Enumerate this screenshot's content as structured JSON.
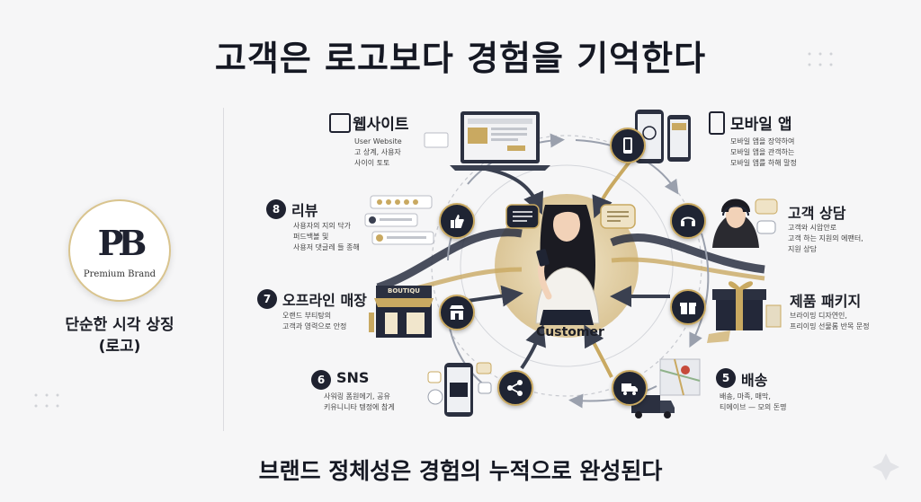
{
  "title": "고객은 로고보다 경험을 기억한다",
  "subtitle": "브랜드 정체성은 경험의 누적으로 완성된다",
  "logo": {
    "mark": "PB",
    "name": "Premium Brand",
    "caption": "단순한 시각 상징\n(로고)"
  },
  "center": {
    "label": "Customer"
  },
  "store_sign": "BOUTIQU",
  "touchpoints": {
    "website": {
      "badge": "",
      "label": "웹사이트",
      "desc": "User Website\n고 상계, 사용자\n사이이 토토"
    },
    "mobile": {
      "badge": "",
      "label": "모바일 앱",
      "desc": "모바일 앱을 장약하여\n모바일 앱을 관객하는\n모바일 앱를 하해 말정"
    },
    "support": {
      "badge": "",
      "label": "고객 상담",
      "desc": "고객와 시압안로\n고객 하는 지원의 에팬터,\n지원 상담"
    },
    "package": {
      "badge": "",
      "label": "제품 패키지",
      "desc": "브라이밍 디자연인,\n프리이밍 선물롬 반목 문정"
    },
    "delivery": {
      "badge": "5",
      "label": "배송",
      "desc": "배송, 마족, 매막,\n티에이브 — 모의 돈명"
    },
    "sns": {
      "badge": "6",
      "label": "SNS",
      "desc": "사워링 폼원에기, 공유\n키유니니타 텡정에 참게"
    },
    "offline": {
      "badge": "7",
      "label": "오프라인 매장",
      "desc": "오랜드 부티탕의\n고객과 영력으로 안정"
    },
    "review": {
      "badge": "8",
      "label": "리뷰",
      "desc": "사용자의 지의 닥가\n퍼드백볼 및\n사용저 댓글레 들 종해"
    }
  },
  "colors": {
    "navy": "#1f2433",
    "gold": "#c9a961",
    "background": "#f6f6f7"
  }
}
